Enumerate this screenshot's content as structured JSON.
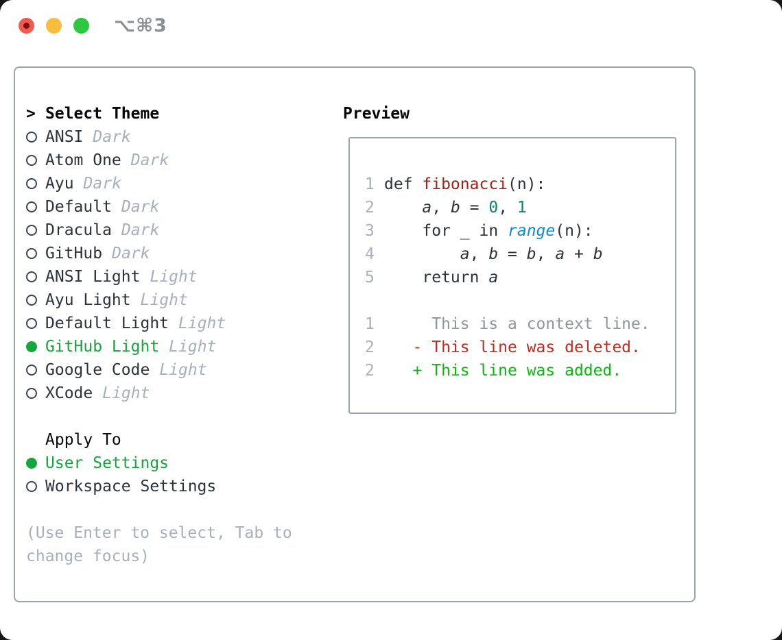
{
  "window": {
    "title": "⌥⌘3",
    "traffic_lights": [
      {
        "name": "close",
        "color": "#f05b51",
        "has_dot": true
      },
      {
        "name": "minimize",
        "color": "#f9bd3e",
        "has_dot": false
      },
      {
        "name": "zoom",
        "color": "#2bc840",
        "has_dot": false
      }
    ]
  },
  "colors": {
    "panel_border": "#9aa3ae",
    "text_dark": "#2b323a",
    "muted_gray": "#a6b0bc",
    "selected_green": "#16a53c",
    "added_green": "#0cb512",
    "deleted_red": "#c32a1c",
    "function_red": "#a62219",
    "number_teal": "#0c8074",
    "builtin_blue": "#1289cc"
  },
  "theme_picker": {
    "header_prefix": ">",
    "header_label": "Select Theme",
    "themes": [
      {
        "name": "ANSI",
        "variant": "Dark",
        "selected": false
      },
      {
        "name": "Atom One",
        "variant": "Dark",
        "selected": false
      },
      {
        "name": "Ayu",
        "variant": "Dark",
        "selected": false
      },
      {
        "name": "Default",
        "variant": "Dark",
        "selected": false
      },
      {
        "name": "Dracula",
        "variant": "Dark",
        "selected": false
      },
      {
        "name": "GitHub",
        "variant": "Dark",
        "selected": false
      },
      {
        "name": "ANSI Light",
        "variant": "Light",
        "selected": false
      },
      {
        "name": "Ayu Light",
        "variant": "Light",
        "selected": false
      },
      {
        "name": "Default Light",
        "variant": "Light",
        "selected": false
      },
      {
        "name": "GitHub Light",
        "variant": "Light",
        "selected": true
      },
      {
        "name": "Google Code",
        "variant": "Light",
        "selected": false
      },
      {
        "name": "XCode",
        "variant": "Light",
        "selected": false
      }
    ],
    "apply_to_label": "Apply To",
    "apply_to_options": [
      {
        "label": "User Settings",
        "selected": true
      },
      {
        "label": "Workspace Settings",
        "selected": false
      }
    ],
    "help_text": "(Use Enter to select, Tab to change focus)"
  },
  "preview": {
    "title": "Preview",
    "code_lines": [
      {
        "num": "1",
        "segments": [
          {
            "text": "def ",
            "style": "plain"
          },
          {
            "text": "fibonacci",
            "style": "function"
          },
          {
            "text": "(n):",
            "style": "plain"
          }
        ]
      },
      {
        "num": "2",
        "segments": [
          {
            "text": "    ",
            "style": "plain"
          },
          {
            "text": "a",
            "style": "variable"
          },
          {
            "text": ", ",
            "style": "plain"
          },
          {
            "text": "b",
            "style": "variable"
          },
          {
            "text": " = ",
            "style": "plain"
          },
          {
            "text": "0",
            "style": "number"
          },
          {
            "text": ", ",
            "style": "plain"
          },
          {
            "text": "1",
            "style": "number"
          }
        ]
      },
      {
        "num": "3",
        "segments": [
          {
            "text": "    for _ in ",
            "style": "plain"
          },
          {
            "text": "range",
            "style": "builtin"
          },
          {
            "text": "(n):",
            "style": "plain"
          }
        ]
      },
      {
        "num": "4",
        "segments": [
          {
            "text": "        ",
            "style": "plain"
          },
          {
            "text": "a",
            "style": "variable"
          },
          {
            "text": ", ",
            "style": "plain"
          },
          {
            "text": "b",
            "style": "variable"
          },
          {
            "text": " = ",
            "style": "plain"
          },
          {
            "text": "b",
            "style": "variable"
          },
          {
            "text": ", ",
            "style": "plain"
          },
          {
            "text": "a",
            "style": "variable"
          },
          {
            "text": " + ",
            "style": "plain"
          },
          {
            "text": "b",
            "style": "variable"
          }
        ]
      },
      {
        "num": "5",
        "segments": [
          {
            "text": "    return ",
            "style": "plain"
          },
          {
            "text": "a",
            "style": "variable"
          }
        ]
      },
      {
        "num": "",
        "segments": []
      },
      {
        "num": "1",
        "segments": [
          {
            "text": "     This is a context line.",
            "style": "context"
          }
        ]
      },
      {
        "num": "2",
        "segments": [
          {
            "text": "   - This line was deleted.",
            "style": "deleted"
          }
        ]
      },
      {
        "num": "2",
        "segments": [
          {
            "text": "   + This line was added.",
            "style": "added"
          }
        ]
      }
    ]
  }
}
